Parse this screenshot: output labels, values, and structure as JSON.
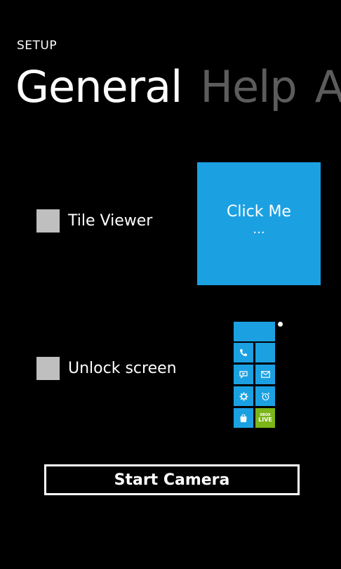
{
  "app": {
    "title": "SETUP"
  },
  "pivot": {
    "items": [
      {
        "label": "General",
        "active": true
      },
      {
        "label": "Help",
        "active": false
      },
      {
        "label": "About",
        "active": false
      }
    ]
  },
  "options": {
    "tile_viewer": {
      "label": "Tile Viewer",
      "checked": false
    },
    "unlock_screen": {
      "label": "Unlock screen",
      "checked": false
    }
  },
  "click_tile": {
    "title": "Click Me",
    "subtitle": "..."
  },
  "preview": {
    "tiles": [
      {
        "icon": "phone-icon"
      },
      {
        "icon": "blank-tile"
      },
      {
        "icon": "messaging-icon"
      },
      {
        "icon": "mail-icon"
      },
      {
        "icon": "settings-gear-icon"
      },
      {
        "icon": "alarm-clock-icon"
      },
      {
        "icon": "store-bag-icon"
      },
      {
        "icon": "xbox-live-icon"
      }
    ],
    "live_label": "LIVE",
    "live_small": "XBOX"
  },
  "actions": {
    "start_camera": "Start Camera"
  },
  "colors": {
    "background": "#000000",
    "accent": "#1ba1e2",
    "inactive_header": "#5c5c5c",
    "checkbox": "#bfbfbf",
    "xbox_green": "#7cb518"
  }
}
